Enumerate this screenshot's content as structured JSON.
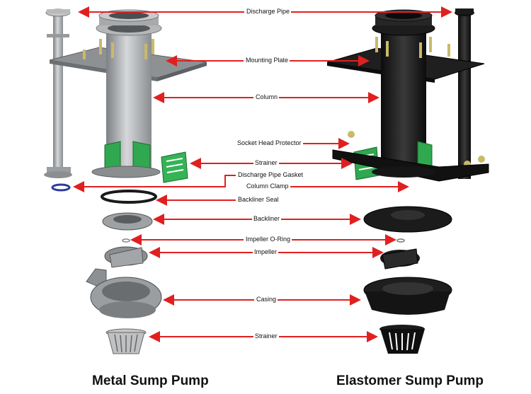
{
  "labels": {
    "discharge_pipe": "Discharge Pipe",
    "mounting_plate": "Mounting Plate",
    "column": "Column",
    "socket_head_protector": "Socket Head Protector",
    "strainer_upper": "Strainer",
    "discharge_pipe_gasket": "Discharge Pipe Gasket",
    "column_clamp": "Column Clamp",
    "backliner_seal": "Backliner Seal",
    "backliner": "Backliner",
    "impeller_o_ring": "Impeller O-Ring",
    "impeller": "Impeller",
    "casing": "Casing",
    "strainer_lower": "Strainer"
  },
  "titles": {
    "metal": "Metal Sump Pump",
    "elastomer": "Elastomer Sump Pump"
  },
  "colors": {
    "arrow": "#e02020",
    "metal": "#a9abad",
    "metal_dark": "#6f7275",
    "elastomer": "#1a1a1a",
    "strainer_green": "#2fa84f",
    "bolt": "#c9b96a"
  }
}
